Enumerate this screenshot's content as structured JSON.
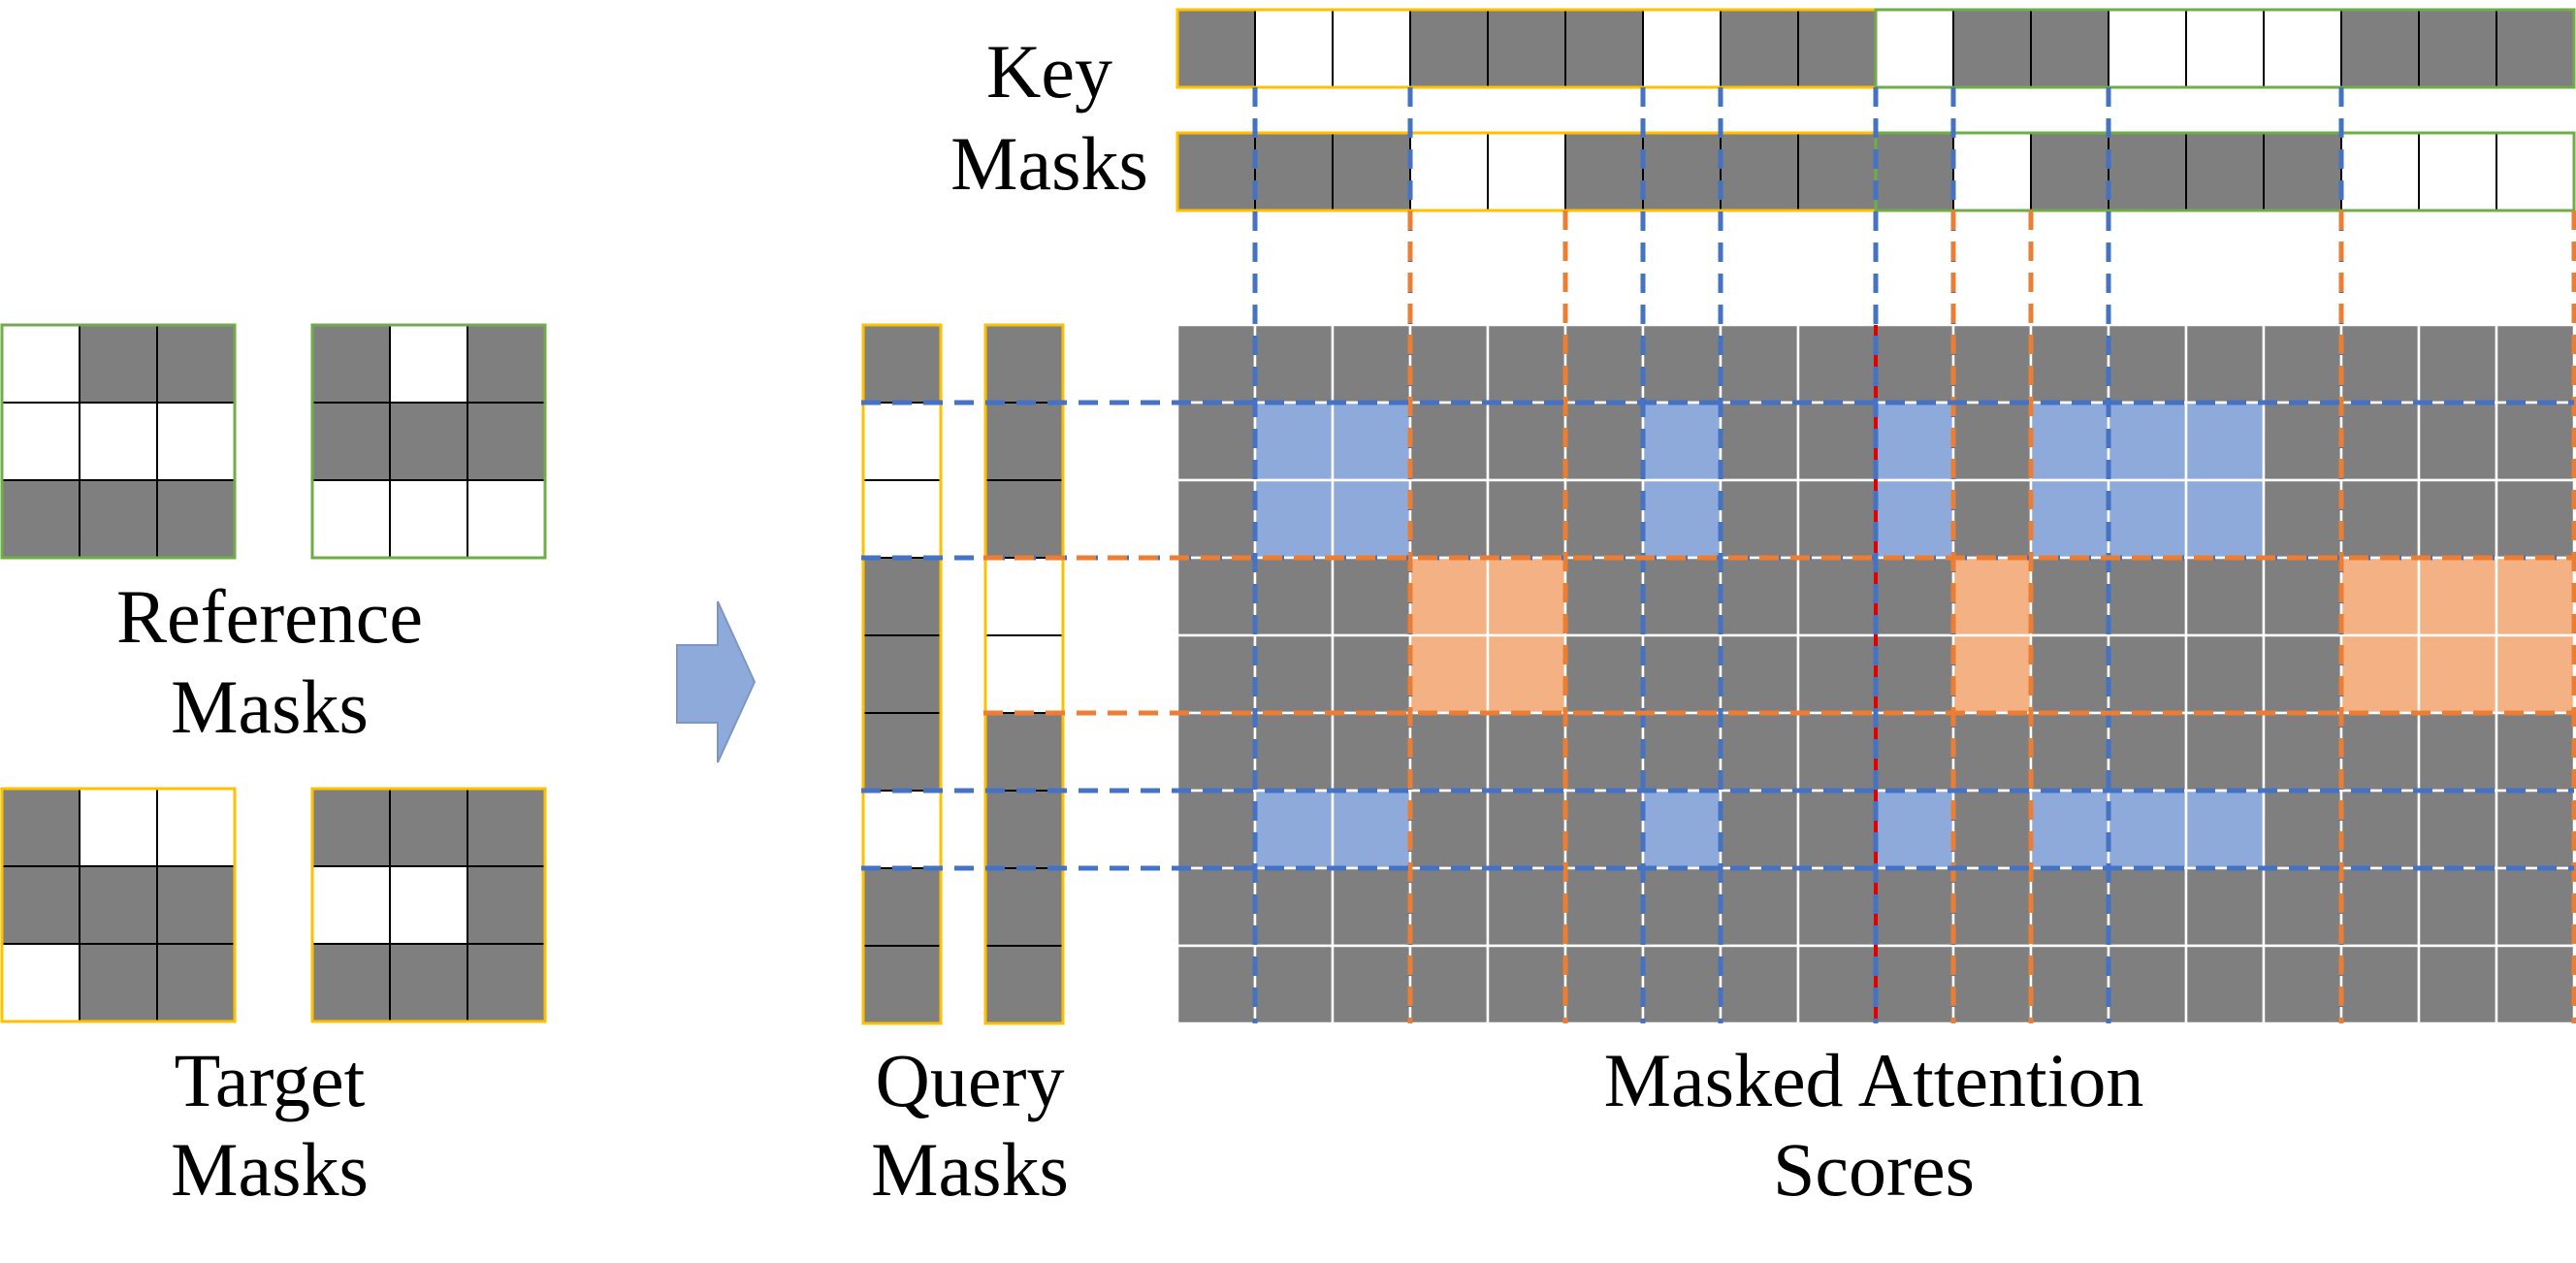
{
  "labels": {
    "reference_line1": "Reference",
    "reference_line2": "Masks",
    "target_line1": "Target",
    "target_line2": "Masks",
    "query_line1": "Query",
    "query_line2": "Masks",
    "key_line1": "Key",
    "key_line2": "Masks",
    "scores_line1": "Masked Attention",
    "scores_line2": "Scores"
  },
  "colors": {
    "gray": "#7f7f7f",
    "white": "#ffffff",
    "reference_border": "#70ad47",
    "target_border": "#ffc000",
    "blue_dash": "#4472c4",
    "orange_dash": "#ed7d31",
    "blue_fill": "#8eaadb",
    "orange_fill": "#f4b183",
    "separator": "#e00000",
    "arrow": "#8eaadb"
  },
  "reference_masks": [
    [
      [
        0,
        1,
        1
      ],
      [
        0,
        0,
        0
      ],
      [
        1,
        1,
        1
      ]
    ],
    [
      [
        1,
        0,
        1
      ],
      [
        1,
        1,
        1
      ],
      [
        0,
        0,
        0
      ]
    ]
  ],
  "target_masks": [
    [
      [
        1,
        0,
        0
      ],
      [
        1,
        1,
        1
      ],
      [
        0,
        1,
        1
      ]
    ],
    [
      [
        1,
        1,
        1
      ],
      [
        0,
        0,
        1
      ],
      [
        1,
        1,
        1
      ]
    ]
  ],
  "key_masks": [
    [
      1,
      0,
      0,
      1,
      1,
      1,
      0,
      1,
      1,
      0,
      1,
      1,
      0,
      0,
      0,
      1,
      1,
      1
    ],
    [
      1,
      1,
      1,
      0,
      0,
      1,
      1,
      1,
      1,
      1,
      0,
      1,
      1,
      1,
      1,
      0,
      0,
      0
    ]
  ],
  "query_masks": [
    [
      1,
      0,
      0,
      1,
      1,
      1,
      0,
      1,
      1
    ],
    [
      1,
      1,
      1,
      0,
      0,
      1,
      1,
      1,
      1
    ]
  ],
  "attention_grid": [
    "nnnnnnnnnnnnnnnnnn",
    "nbbnnnbnnbnbbbnnnn",
    "nbbnnnbnnbnbbbnnnn",
    "nnnoonnnnnonnnnooo",
    "nnnoonnnnnonnnnooo",
    "nnnnnnnnnnnnnnnnnn",
    "nbbnnnbnnbnbbbnnnn",
    "nnnnnnnnnnnnnnnnnn",
    "nnnnnnnnnnnnnnnnnn"
  ]
}
